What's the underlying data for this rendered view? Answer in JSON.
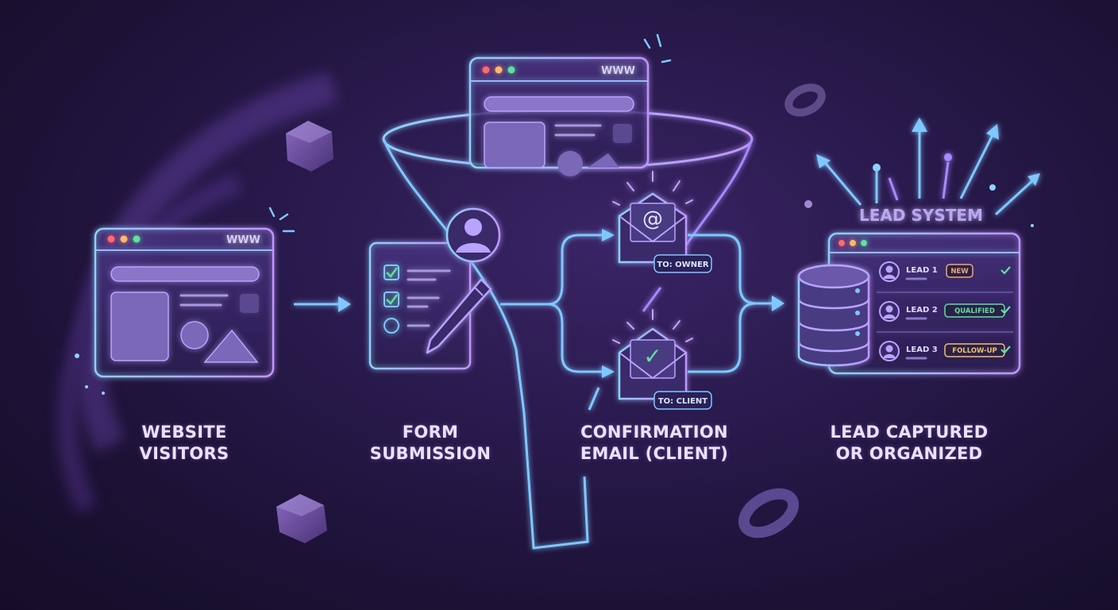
{
  "browser_text": "WWW",
  "funnel_browser_text": "WWW",
  "emails": [
    {
      "symbol": "@",
      "tag": "TO: OWNER"
    },
    {
      "symbol": "✓",
      "tag": "TO: CLIENT"
    }
  ],
  "lead_system": {
    "title": "LEAD SYSTEM",
    "rows": [
      {
        "name": "LEAD 1",
        "status": "NEW",
        "status_color": "#f2a86b"
      },
      {
        "name": "LEAD 2",
        "status": "QUALIFIED",
        "status_color": "#5fe0a0"
      },
      {
        "name": "LEAD 3",
        "status": "FOLLOW-UP",
        "status_color": "#f2c06b"
      }
    ]
  },
  "stages": [
    {
      "line1": "WEBSITE",
      "line2": "VISITORS"
    },
    {
      "line1": "FORM",
      "line2": "SUBMISSION"
    },
    {
      "line1": "CONFIRMATION",
      "line2": "EMAIL (CLIENT)"
    },
    {
      "line1": "LEAD CAPTURED",
      "line2": "OR ORGANIZED"
    }
  ],
  "colors": {
    "neon_blue": "#7fc8ff",
    "neon_purple": "#b48cff",
    "check_green": "#5fe0a0"
  }
}
